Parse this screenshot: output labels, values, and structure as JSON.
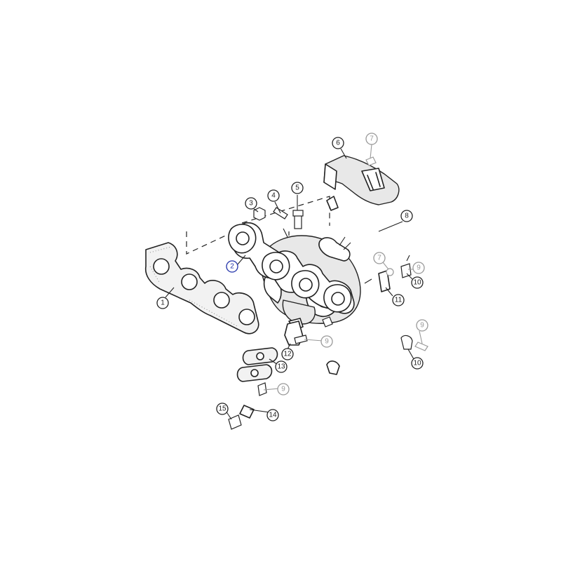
{
  "callouts": [
    {
      "id": "c1",
      "label": "1",
      "tone": "dark"
    },
    {
      "id": "c2",
      "label": "2",
      "tone": "blue"
    },
    {
      "id": "c3",
      "label": "3",
      "tone": "dark"
    },
    {
      "id": "c4",
      "label": "4",
      "tone": "dark"
    },
    {
      "id": "c5",
      "label": "5",
      "tone": "dark"
    },
    {
      "id": "c6",
      "label": "6",
      "tone": "dark"
    },
    {
      "id": "c7a",
      "label": "7",
      "tone": "grey"
    },
    {
      "id": "c7b",
      "label": "7",
      "tone": "grey"
    },
    {
      "id": "c8",
      "label": "8",
      "tone": "dark"
    },
    {
      "id": "c9a",
      "label": "9",
      "tone": "grey"
    },
    {
      "id": "c9b",
      "label": "9",
      "tone": "grey"
    },
    {
      "id": "c9c",
      "label": "9",
      "tone": "grey"
    },
    {
      "id": "c9d",
      "label": "9",
      "tone": "grey"
    },
    {
      "id": "c10a",
      "label": "10",
      "tone": "dark"
    },
    {
      "id": "c10b",
      "label": "10",
      "tone": "dark"
    },
    {
      "id": "c11",
      "label": "11",
      "tone": "dark"
    },
    {
      "id": "c12",
      "label": "12",
      "tone": "dark"
    },
    {
      "id": "c13",
      "label": "13",
      "tone": "dark"
    },
    {
      "id": "c14",
      "label": "14",
      "tone": "dark"
    },
    {
      "id": "c15",
      "label": "15",
      "tone": "dark"
    }
  ],
  "colors": {
    "line": "#222222",
    "ghost": "#999999",
    "highlight": "#2233aa"
  }
}
